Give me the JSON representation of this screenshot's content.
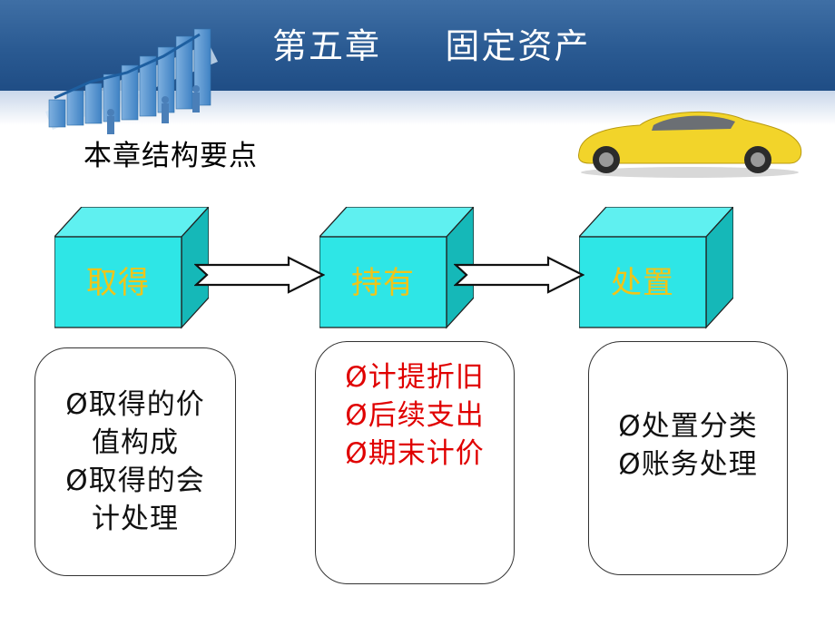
{
  "title": "第五章     固定资产",
  "subtitle": "本章结构要点",
  "stages": [
    {
      "label": "取得"
    },
    {
      "label": "持有"
    },
    {
      "label": "处置"
    }
  ],
  "boxes": [
    {
      "lines": [
        "Ø取得的价",
        "值构成",
        "Ø取得的会",
        "计处理"
      ],
      "color": "black"
    },
    {
      "lines": [
        "Ø计提折旧",
        "Ø后续支出",
        "Ø期末计价"
      ],
      "color": "red"
    },
    {
      "lines": [
        "Ø处置分类",
        "Ø账务处理"
      ],
      "color": "black"
    }
  ],
  "colors": {
    "header": "#2a5a92",
    "cube_front": "#2ee6e6",
    "cube_side": "#15b8b8",
    "cube_label": "#f0c419",
    "highlight_text": "#e00000",
    "car": "#f2d42a"
  },
  "icons": [
    "bar-chart-people-decoration",
    "yellow-car-image",
    "hollow-arrow-right"
  ]
}
